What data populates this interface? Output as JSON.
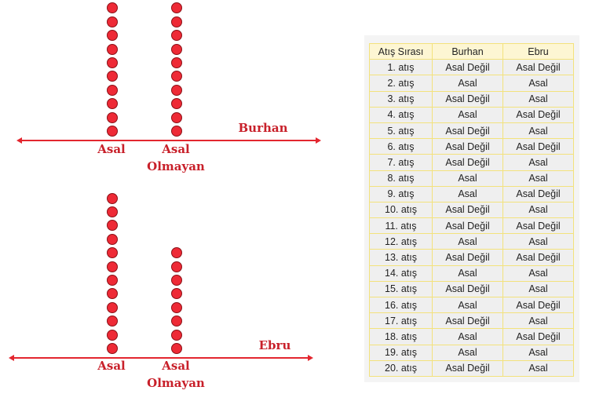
{
  "chart_data": [
    {
      "type": "dot_plot",
      "title": "Burhan",
      "categories": [
        "Asal",
        "Asal Olmayan"
      ],
      "values": [
        10,
        10
      ],
      "xlabel": "",
      "ylabel": "",
      "grid": false
    },
    {
      "type": "dot_plot",
      "title": "Ebru",
      "categories": [
        "Asal",
        "Asal Olmayan"
      ],
      "values": [
        12,
        8
      ],
      "xlabel": "",
      "ylabel": "",
      "grid": false
    },
    {
      "type": "table",
      "columns": [
        "Atış Sırası",
        "Burhan",
        "Ebru"
      ],
      "rows": [
        [
          "1. atış",
          "Asal Değil",
          "Asal Değil"
        ],
        [
          "2. atış",
          "Asal",
          "Asal"
        ],
        [
          "3. atış",
          "Asal Değil",
          "Asal"
        ],
        [
          "4. atış",
          "Asal",
          "Asal Değil"
        ],
        [
          "5. atış",
          "Asal Değil",
          "Asal"
        ],
        [
          "6. atış",
          "Asal Değil",
          "Asal Değil"
        ],
        [
          "7. atış",
          "Asal Değil",
          "Asal"
        ],
        [
          "8. atış",
          "Asal",
          "Asal"
        ],
        [
          "9. atış",
          "Asal",
          "Asal Değil"
        ],
        [
          "10. atış",
          "Asal Değil",
          "Asal"
        ],
        [
          "11. atış",
          "Asal Değil",
          "Asal Değil"
        ],
        [
          "12. atış",
          "Asal",
          "Asal"
        ],
        [
          "13. atış",
          "Asal Değil",
          "Asal Değil"
        ],
        [
          "14. atış",
          "Asal",
          "Asal"
        ],
        [
          "15. atış",
          "Asal Değil",
          "Asal"
        ],
        [
          "16. atış",
          "Asal",
          "Asal Değil"
        ],
        [
          "17. atış",
          "Asal Değil",
          "Asal"
        ],
        [
          "18. atış",
          "Asal",
          "Asal Değil"
        ],
        [
          "19. atış",
          "Asal",
          "Asal"
        ],
        [
          "20. atış",
          "Asal Değil",
          "Asal"
        ]
      ]
    }
  ],
  "plots": {
    "burhan": {
      "name": "Burhan",
      "cat1_label": "Asal",
      "cat2_label_line1": "Asal",
      "cat2_label_line2": "Olmayan",
      "cat1_count": 10,
      "cat2_count": 10
    },
    "ebru": {
      "name": "Ebru",
      "cat1_label": "Asal",
      "cat2_label_line1": "Asal",
      "cat2_label_line2": "Olmayan",
      "cat1_count": 12,
      "cat2_count": 8
    }
  },
  "colors": {
    "dot_fill": "#ee2a36",
    "dot_border": "#8a1016",
    "axis": "#e3262f",
    "label": "#c8202a",
    "table_header_bg": "#fdf6d3",
    "table_cell_bg": "#efefef",
    "table_border": "#f3e27c"
  }
}
